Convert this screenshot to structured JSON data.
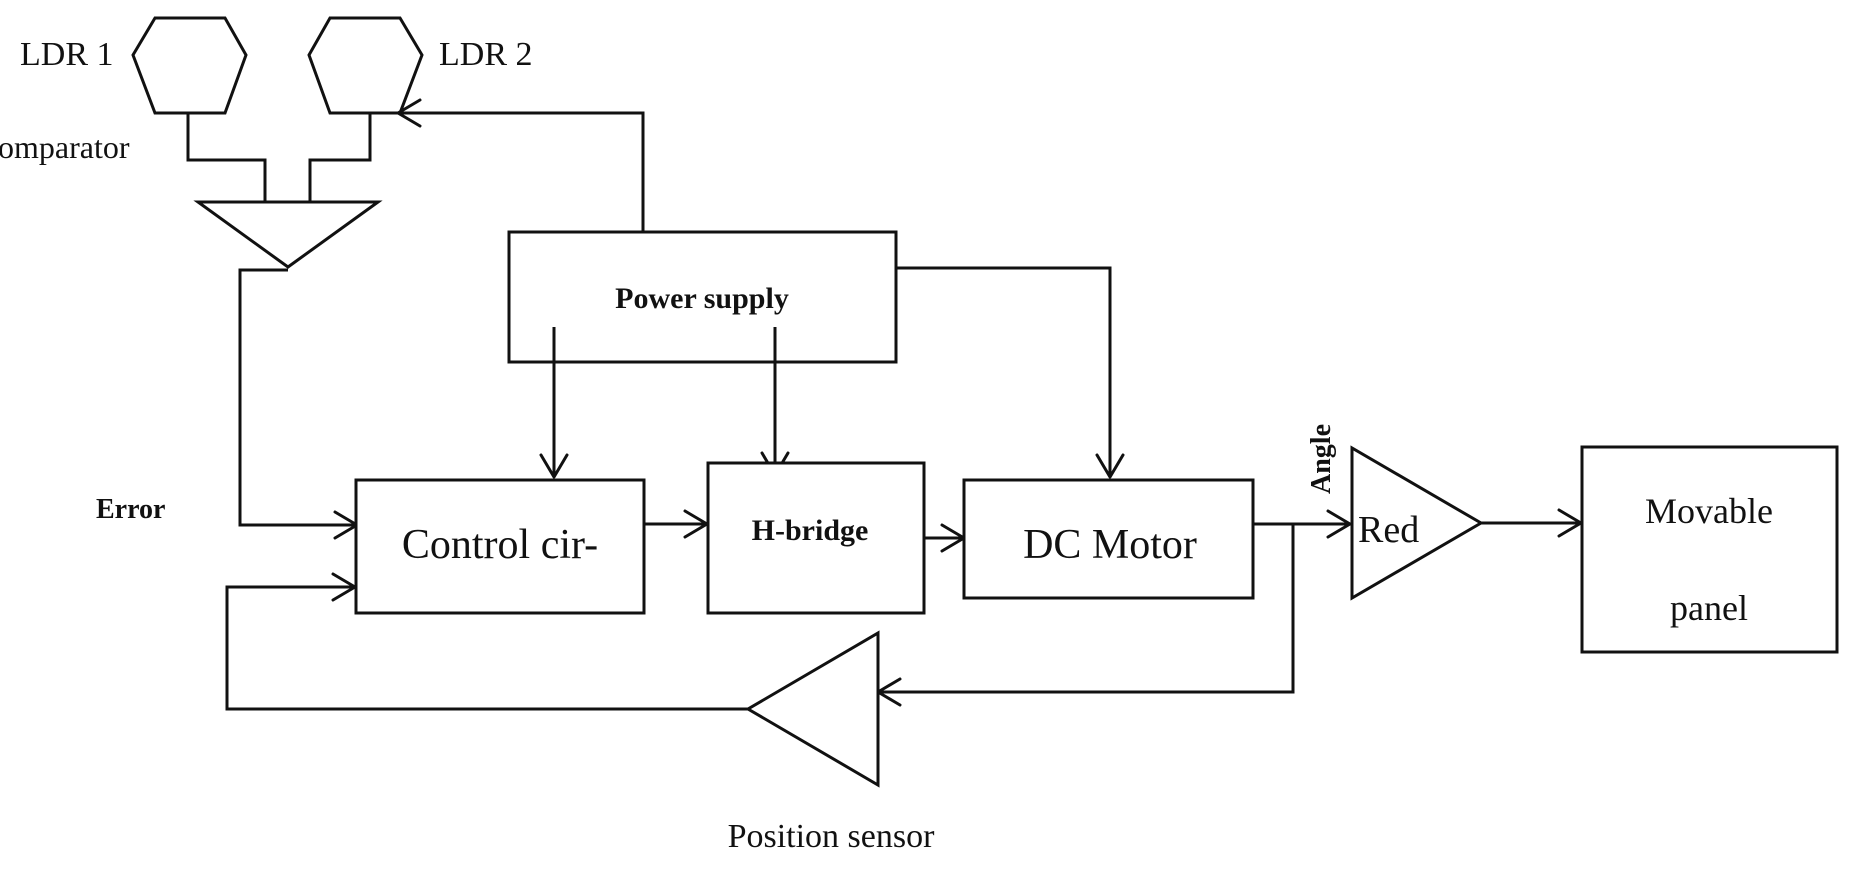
{
  "nodes": {
    "ldr1": {
      "label": "LDR 1"
    },
    "ldr2": {
      "label": "LDR 2"
    },
    "comparator": {
      "label": "omparator"
    },
    "power_supply": {
      "label": "Power supply"
    },
    "control_circuit": {
      "label": "Control cir-"
    },
    "h_bridge": {
      "label": "H-bridge"
    },
    "dc_motor": {
      "label": "DC Motor"
    },
    "reducer": {
      "label": "Red"
    },
    "movable_panel": {
      "label_line1": "Movable",
      "label_line2": "panel"
    },
    "position_sensor": {
      "label": "Position sensor"
    }
  },
  "signals": {
    "error": "Error",
    "angle": "Angle"
  }
}
